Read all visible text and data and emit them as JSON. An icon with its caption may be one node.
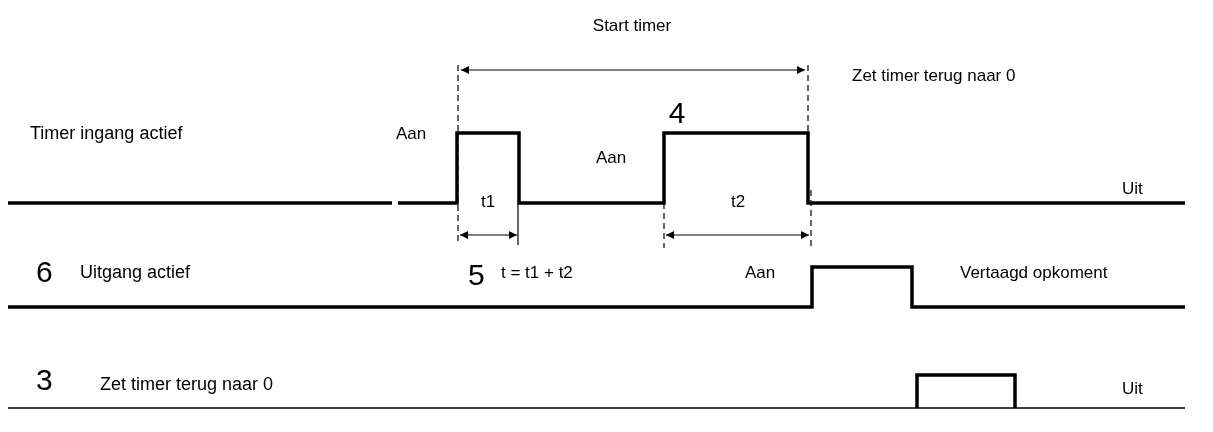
{
  "diagram": {
    "labels": [
      "Start timer",
      "Zet timer terug naar 0",
      "4",
      "Timer ingang actief",
      "Aan",
      "Aan",
      "Uit",
      "t1",
      "t2",
      "6",
      "Uitgang actief",
      "5",
      "t = t1 + t2",
      "Aan",
      "Vertaagd opkoment",
      "3",
      "Zet timer terug naar 0",
      "Uit"
    ]
  }
}
